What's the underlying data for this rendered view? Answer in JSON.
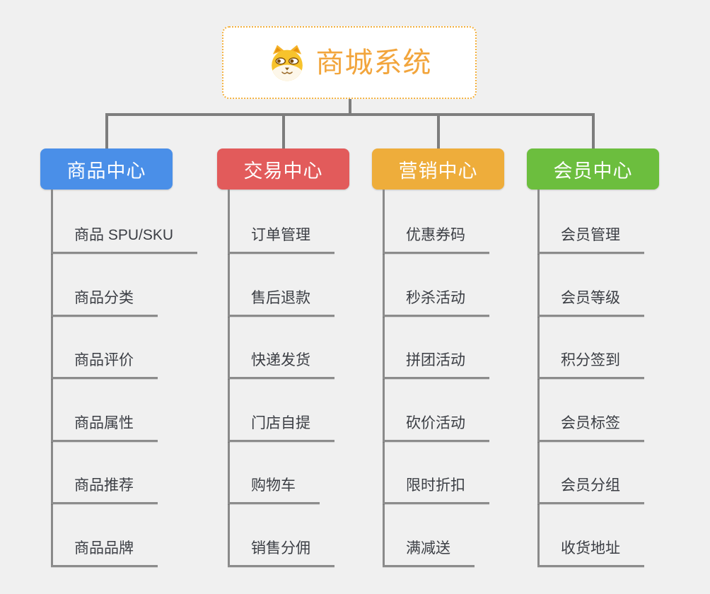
{
  "canvas": {
    "background": "#f0f0f0"
  },
  "root": {
    "label": "商城系统",
    "text_color": "#f2a53c",
    "border_color": "#f3b13f",
    "icon": "dog-face-icon"
  },
  "connector_color": "#7d7d7d",
  "leaf_line_color": "#8c8c8c",
  "branches": [
    {
      "label": "商品中心",
      "color": "#4a8fe8",
      "children": [
        "商品 SPU/SKU",
        "商品分类",
        "商品评价",
        "商品属性",
        "商品推荐",
        "商品品牌"
      ]
    },
    {
      "label": "交易中心",
      "color": "#e25b5b",
      "children": [
        "订单管理",
        "售后退款",
        "快递发货",
        "门店自提",
        "购物车",
        "销售分佣"
      ]
    },
    {
      "label": "营销中心",
      "color": "#eead3b",
      "children": [
        "优惠券码",
        "秒杀活动",
        "拼团活动",
        "砍价活动",
        "限时折扣",
        "满减送"
      ]
    },
    {
      "label": "会员中心",
      "color": "#6cbe3e",
      "children": [
        "会员管理",
        "会员等级",
        "积分签到",
        "会员标签",
        "会员分组",
        "收货地址"
      ]
    }
  ]
}
